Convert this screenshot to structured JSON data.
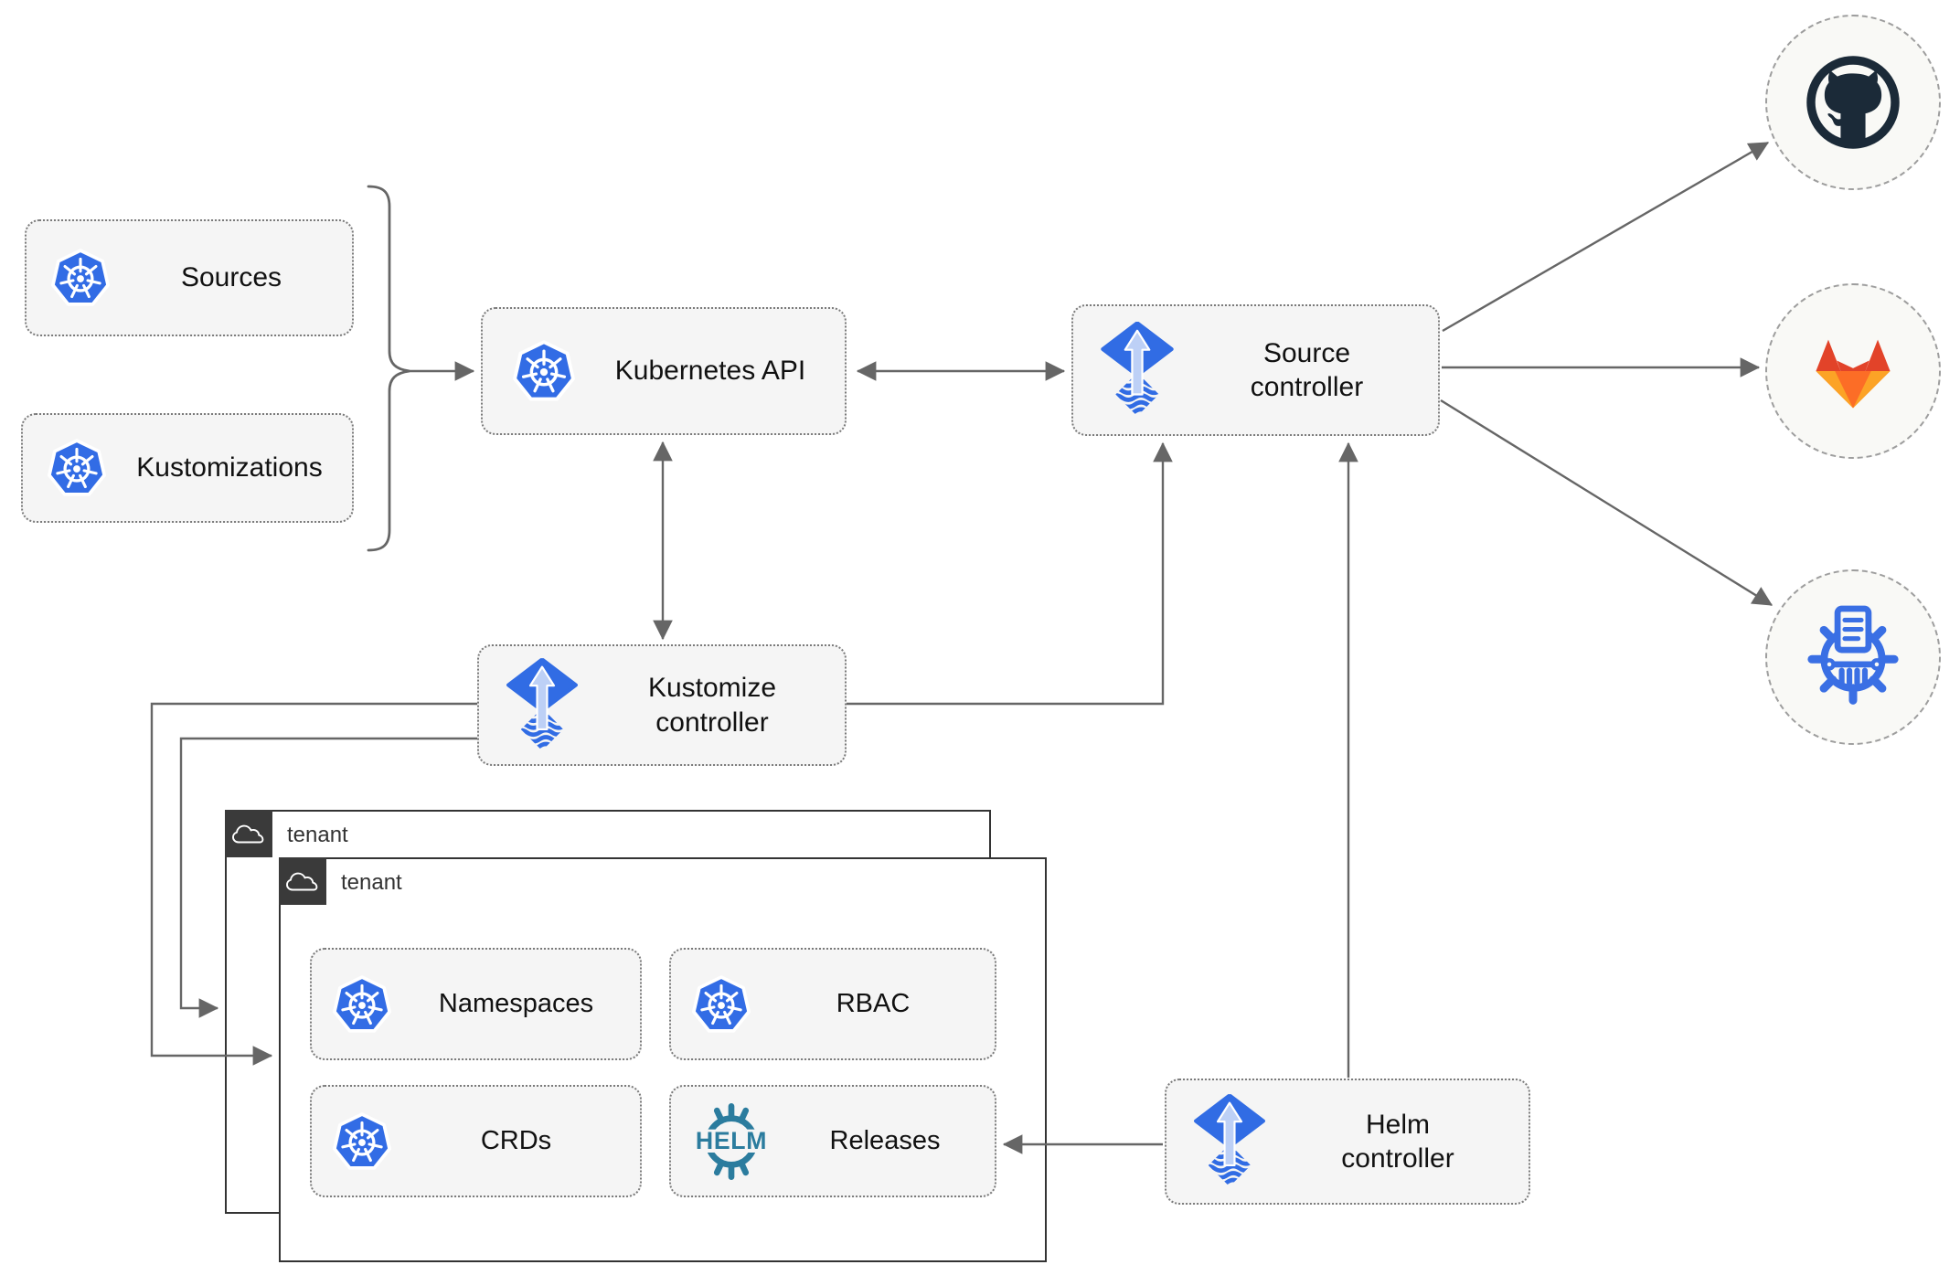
{
  "nodes": {
    "sources": {
      "label": "Sources"
    },
    "kustomizations": {
      "label": "Kustomizations"
    },
    "kubernetes_api": {
      "label": "Kubernetes API"
    },
    "source_controller": {
      "line1": "Source",
      "line2": "controller"
    },
    "kustomize_controller": {
      "line1": "Kustomize",
      "line2": "controller"
    },
    "helm_controller": {
      "line1": "Helm",
      "line2": "controller"
    },
    "namespaces": {
      "label": "Namespaces"
    },
    "rbac": {
      "label": "RBAC"
    },
    "crds": {
      "label": "CRDs"
    },
    "releases": {
      "label": "Releases"
    }
  },
  "tenants": {
    "back": {
      "label": "tenant"
    },
    "front": {
      "label": "tenant"
    }
  },
  "helm_wordmark": "HELM",
  "external_targets": {
    "top": "github-octocat-icon",
    "middle": "gitlab-tanuki-icon",
    "bottom": "chartmuseum-wheel-icon"
  },
  "colors": {
    "kubernetes_blue": "#326ce5",
    "flux_blue": "#316ce4",
    "flux_arrow_light": "#bdd0f6",
    "helm_teal": "#2b7c9e",
    "github_dark": "#1b2a38",
    "gitlab_red": "#e24329",
    "gitlab_orange": "#fc6d26",
    "gitlab_amber": "#fca326",
    "chartmuseum_blue": "#3a6fe4",
    "connector_gray": "#666666",
    "node_fill": "#f5f5f5",
    "circle_fill": "#f9f9f6",
    "tenant_dark": "#3a3a3a",
    "icon_white": "#ffffff"
  }
}
